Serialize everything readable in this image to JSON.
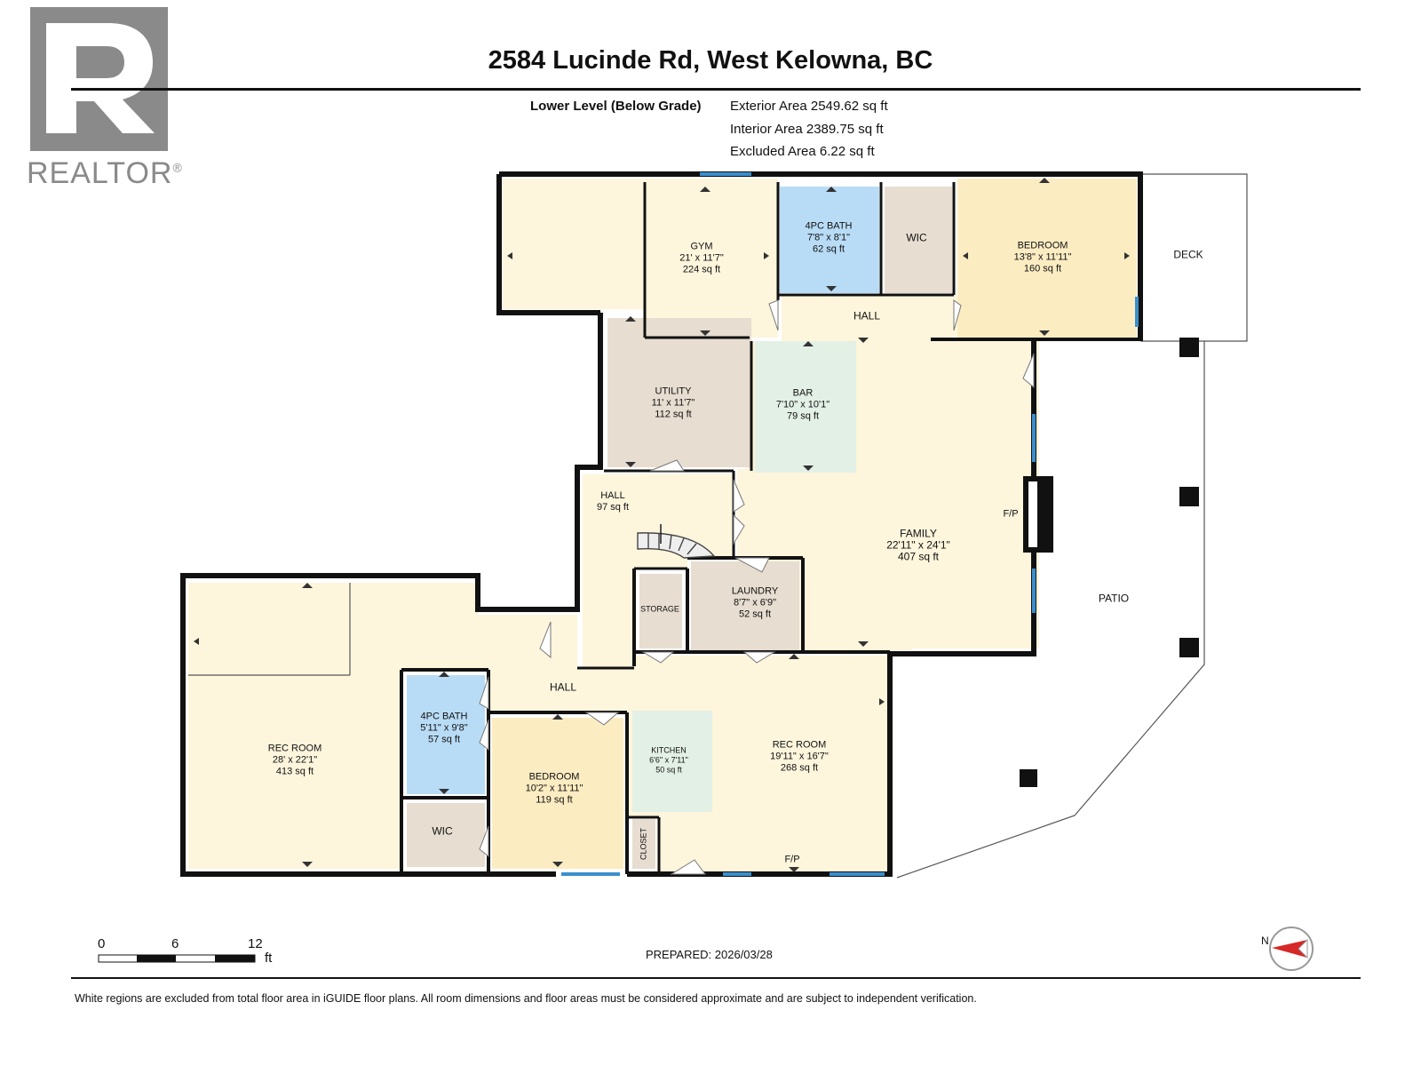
{
  "logo": {
    "wordmark": "REALTOR",
    "registered": "®"
  },
  "title": "2584 Lucinde Rd, West Kelowna, BC",
  "level": "Lower Level (Below Grade)",
  "areas": {
    "exterior": "Exterior Area 2549.62 sq ft",
    "interior": "Interior Area 2389.75 sq ft",
    "excluded": "Excluded Area 6.22 sq ft"
  },
  "rooms": {
    "gym": {
      "name": "GYM",
      "dims": "21' x 11'7\"",
      "area": "224 sq ft"
    },
    "bath_upper": {
      "name": "4PC BATH",
      "dims": "7'8\" x 8'1\"",
      "area": "62 sq ft"
    },
    "wic_upper": {
      "name": "WIC"
    },
    "bedroom_upper": {
      "name": "BEDROOM",
      "dims": "13'8\" x 11'11\"",
      "area": "160 sq ft"
    },
    "deck": {
      "name": "DECK"
    },
    "hall_upper": {
      "name": "HALL"
    },
    "utility": {
      "name": "UTILITY",
      "dims": "11' x 11'7\"",
      "area": "112 sq ft"
    },
    "bar": {
      "name": "BAR",
      "dims": "7'10\" x 10'1\"",
      "area": "79 sq ft"
    },
    "hall_mid": {
      "name": "HALL",
      "area": "97 sq ft"
    },
    "family": {
      "name": "FAMILY",
      "dims": "22'11\" x 24'1\"",
      "area": "407 sq ft"
    },
    "fp_family": {
      "name": "F/P"
    },
    "patio": {
      "name": "PATIO"
    },
    "storage": {
      "name": "STORAGE"
    },
    "laundry": {
      "name": "LAUNDRY",
      "dims": "8'7\" x 6'9\"",
      "area": "52 sq ft"
    },
    "hall_lower": {
      "name": "HALL"
    },
    "rec_left": {
      "name": "REC ROOM",
      "dims": "28' x 22'1\"",
      "area": "413 sq ft"
    },
    "bath_lower": {
      "name": "4PC BATH",
      "dims": "5'11\" x 9'8\"",
      "area": "57 sq ft"
    },
    "wic_lower": {
      "name": "WIC"
    },
    "bedroom_lower": {
      "name": "BEDROOM",
      "dims": "10'2\" x 11'11\"",
      "area": "119 sq ft"
    },
    "kitchen": {
      "name": "KITCHEN",
      "dims": "6'6\" x 7'11\"",
      "area": "50 sq ft"
    },
    "rec_right": {
      "name": "REC ROOM",
      "dims": "19'11\" x 16'7\"",
      "area": "268 sq ft"
    },
    "closet": {
      "name": "CLOSET"
    },
    "fp_rec": {
      "name": "F/P"
    }
  },
  "scale": {
    "ticks": [
      "0",
      "6",
      "12"
    ],
    "unit": "ft"
  },
  "compass": {
    "label": "N"
  },
  "prepared": "PREPARED: 2026/03/28",
  "footer": "White regions are excluded from total floor area in iGUIDE floor plans. All room dimensions and floor areas must be considered approximate and are subject to independent verification.",
  "colors": {
    "room_cream": "#fdf5dc",
    "bedroom": "#fcecc2",
    "bath": "#b9dcf6",
    "wic": "#e7ddd0",
    "utility": "#e7ddd0",
    "bar": "#e3f0e6",
    "wall": "#111111",
    "window": "#3a8fcc",
    "logo": "#8a8a8a"
  }
}
